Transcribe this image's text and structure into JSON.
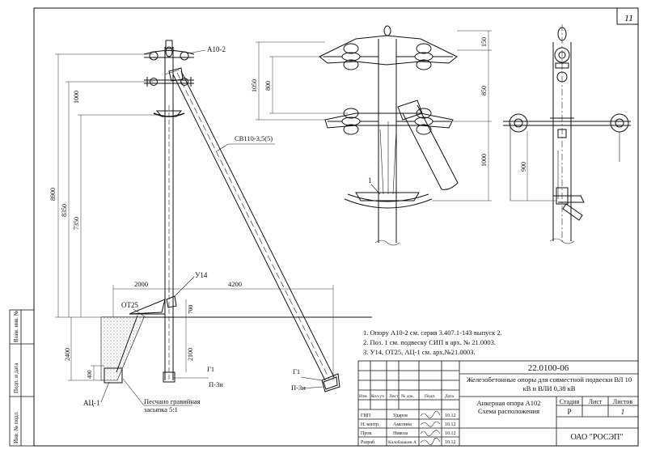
{
  "sheet": {
    "sheet_corner_number": "11",
    "drawing_code": "22.0100-06",
    "project_title": "Железобетонные опоры для совместной подвески ВЛ 10 кВ и ВЛИ 0,38 кВ",
    "drawing_title": "Анкерная опора А102 Схема расположения",
    "company": "ОАО \"РОСЭП\"",
    "stage_header": "Стадия",
    "sheet_header": "Лист",
    "sheets_header": "Листов",
    "stage_value": "Р",
    "sheet_value": "1"
  },
  "notes": [
    "1. Опору А10-2 см. серия 3.407.1-143 выпуск 2.",
    "2. Поз. 1 см. подвеску СИП в арх. № 21.0003.",
    "3. У14, ОТ25, АЦ-1 см. арх.№21.0003."
  ],
  "stamp": {
    "headers": [
      "Изм.",
      "Кол.уч",
      "Лист",
      "№ док.",
      "Подп.",
      "Дата"
    ],
    "rows": [
      {
        "role": "ГИП",
        "name": "Ударов",
        "date": "10.12"
      },
      {
        "role": "Н. контр.",
        "name": "Амелина",
        "date": "10.12"
      },
      {
        "role": "Пров.",
        "name": "Никоза",
        "date": "10.12"
      },
      {
        "role": "Разраб.",
        "name": "Калобашкин А",
        "date": "10.12"
      }
    ]
  },
  "side_stamp": [
    "Взам. инв. №",
    "Подп. и дата",
    "Инв. № подл."
  ],
  "main_view": {
    "top_label": "А10-2",
    "cable_label": "СВ110-3,5(5)",
    "node_label": "У14",
    "plate_label": "ОТ25",
    "ground_label_left": "Г1",
    "pile_label_left": "П-3и",
    "ground_label_right": "Г1",
    "pile_label_right": "П-3и",
    "anchor_label": "АЦ-1",
    "sand_label_line1": "Песчано гравийная",
    "sand_label_line2": "засыпка 5:1",
    "dims": {
      "d8900": "8900",
      "d8350": "8350",
      "d7350": "7350",
      "d1000": "1000",
      "d2000": "2000",
      "d4200": "4200",
      "d700": "700",
      "d2100": "2100",
      "d2400": "2400",
      "d400": "400"
    }
  },
  "mid_view": {
    "position_label": "1",
    "dims": {
      "d1050": "1050",
      "d800": "800",
      "d150": "150",
      "d850": "850",
      "d1000": "1000"
    }
  },
  "right_view": {
    "dims": {
      "d900": "900"
    }
  }
}
